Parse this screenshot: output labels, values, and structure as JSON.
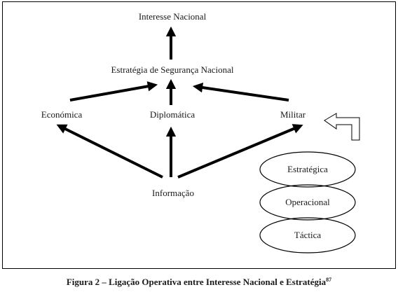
{
  "nodes": {
    "interesse": "Interesse Nacional",
    "estrategia": "Estratégia de Segurança Nacional",
    "economica": "Económica",
    "diplomatica": "Diplomática",
    "militar": "Militar",
    "informacao": "Informação"
  },
  "levels": {
    "estrategica": "Estratégica",
    "operacional": "Operacional",
    "tactica": "Táctica"
  },
  "caption": {
    "text": "Figura 2 – Ligação Operativa entre Interesse Nacional e Estratégia",
    "ref": "87"
  },
  "colors": {
    "line": "#000000",
    "text": "#1a1a1a"
  }
}
